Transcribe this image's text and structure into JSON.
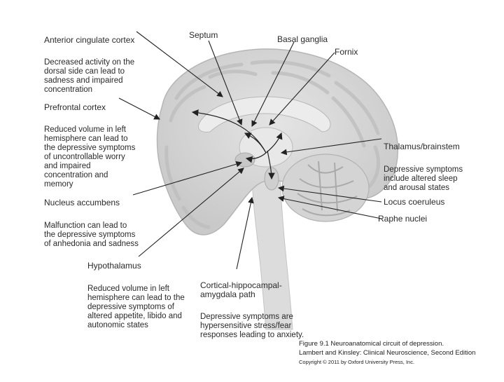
{
  "labels": {
    "anterior_cingulate": {
      "title": "Anterior cingulate cortex",
      "desc": "Decreased activity on the\ndorsal side can lead to\nsadness and impaired\nconcentration"
    },
    "septum": {
      "title": "Septum"
    },
    "basal_ganglia": {
      "title": "Basal ganglia"
    },
    "fornix": {
      "title": "Fornix"
    },
    "prefrontal": {
      "title": "Prefrontal cortex",
      "desc": "Reduced volume in left\nhemisphere can lead to\nthe depressive symptoms\nof uncontrollable worry\nand impaired\nconcentration and\nmemory"
    },
    "thalamus": {
      "title": "Thalamus/brainstem",
      "desc": "Depressive symptoms\ninclude altered sleep\nand arousal states"
    },
    "nucleus_accumbens": {
      "title": "Nucleus accumbens",
      "desc": "Malfunction can lead to\nthe depressive symptoms\nof anhedonia and sadness"
    },
    "locus_coeruleus": {
      "title": "Locus coeruleus"
    },
    "raphe": {
      "title": "Raphe nuclei"
    },
    "hypothalamus": {
      "title": "Hypothalamus",
      "desc": "Reduced volume in left\nhemisphere can lead to the\ndepressive symptoms of\naltered appetite, libido and\nautonomic states"
    },
    "cortical_path": {
      "title": "Cortical-hippocampal-\namygdala path",
      "desc": "Depressive symptoms are\nhypersensitive stress/fear\nresponses leading to anxiety."
    }
  },
  "caption": {
    "line1": "Figure 9.1  Neuroanatomical circuit of depression.",
    "line2": "Lambert and Kinsley: Clinical Neuroscience, Second Edition",
    "line3": "Copyright © 2011 by Oxford University Press, Inc."
  },
  "colors": {
    "brain_fill": "#d9d9d9",
    "brain_dark": "#bcbcbc",
    "line": "#222222",
    "text": "#2a2a2a"
  }
}
